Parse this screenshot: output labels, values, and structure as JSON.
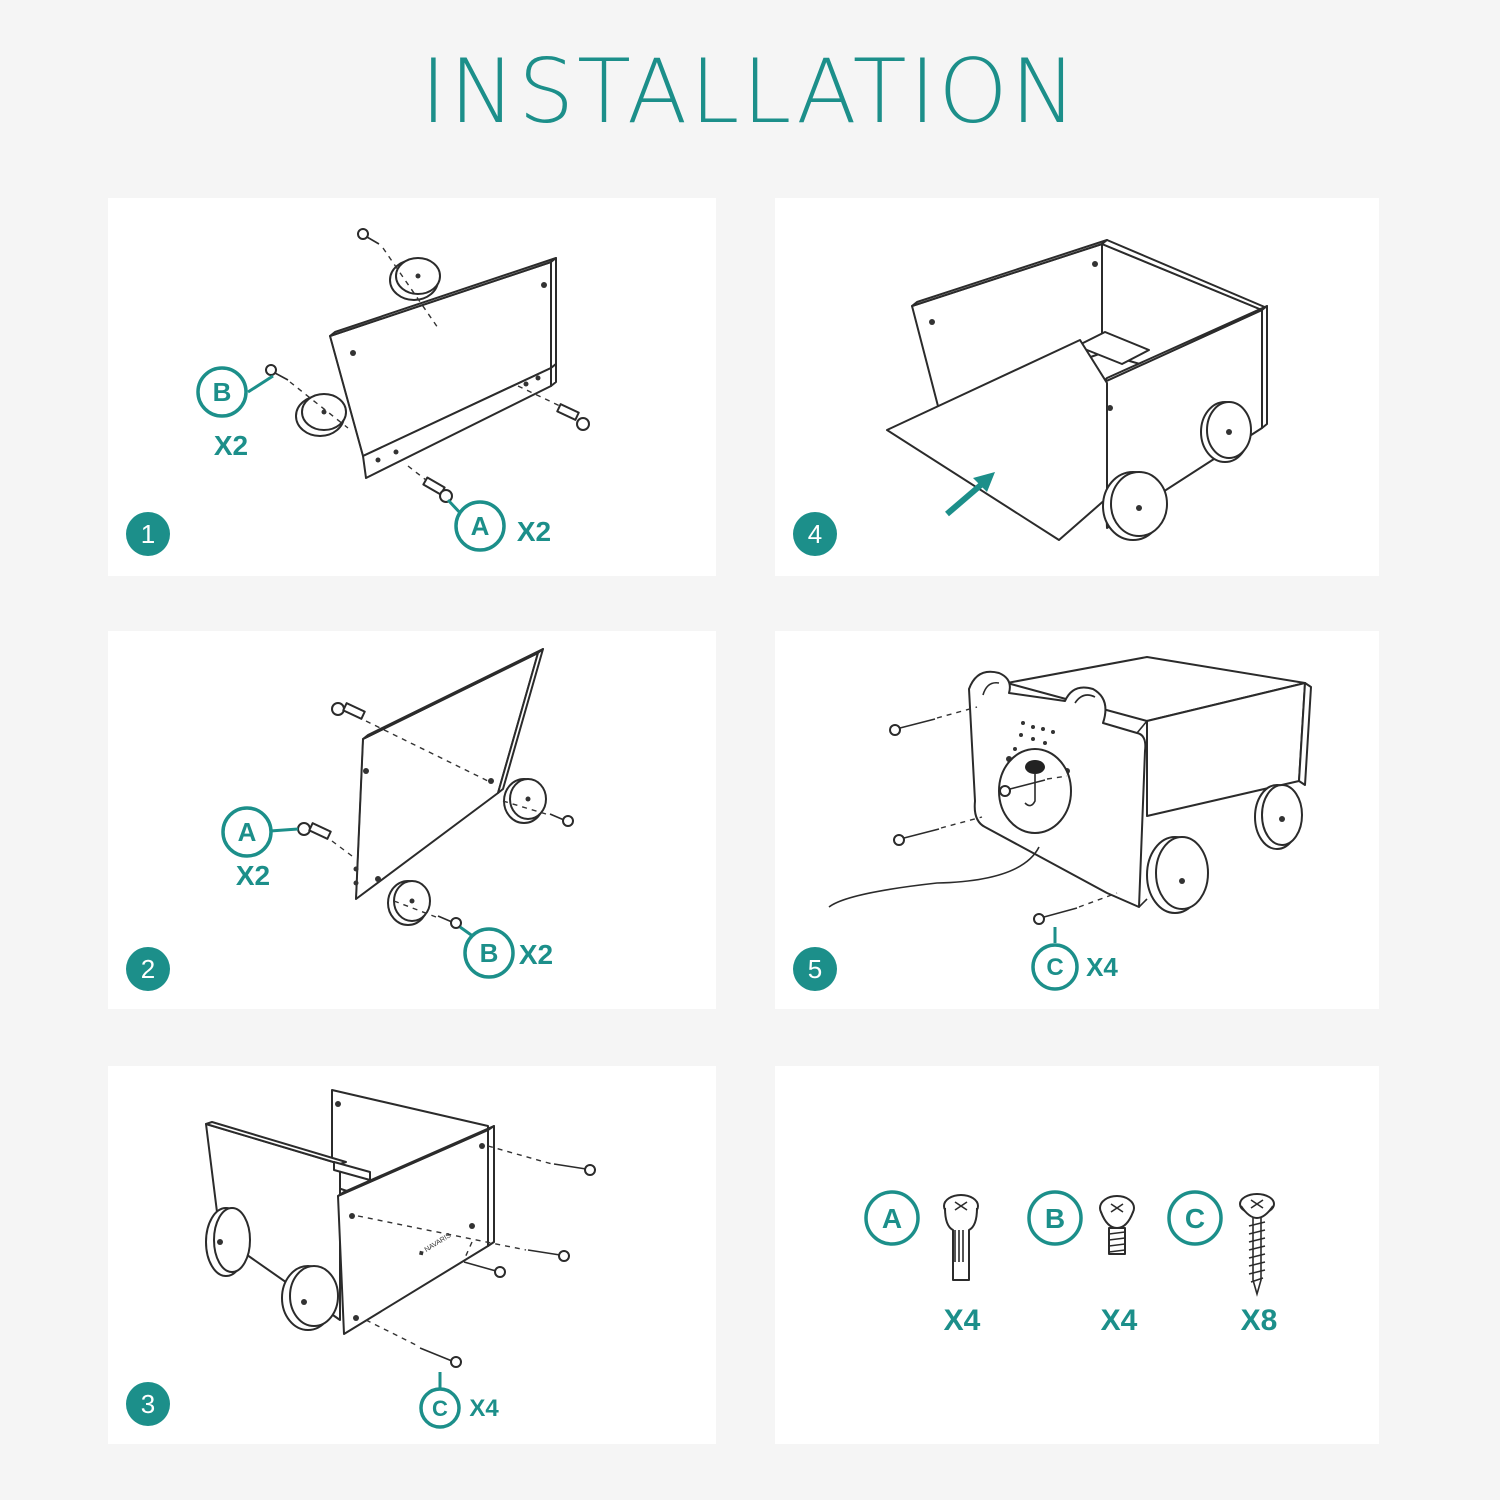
{
  "title": "INSTALLATION",
  "colors": {
    "accent": "#1c8f8a",
    "background": "#f5f5f5",
    "panel": "#ffffff",
    "line": "#2b2b2b"
  },
  "steps": [
    {
      "number": "1",
      "labels": [
        {
          "letter": "B",
          "qty": "X2"
        },
        {
          "letter": "A",
          "qty": "X2"
        }
      ]
    },
    {
      "number": "2",
      "labels": [
        {
          "letter": "A",
          "qty": "X2"
        },
        {
          "letter": "B",
          "qty": "X2"
        }
      ]
    },
    {
      "number": "3",
      "labels": [
        {
          "letter": "C",
          "qty": "X4"
        }
      ]
    },
    {
      "number": "4",
      "labels": []
    },
    {
      "number": "5",
      "labels": [
        {
          "letter": "C",
          "qty": "X4"
        }
      ]
    }
  ],
  "parts": [
    {
      "letter": "A",
      "qty": "X4",
      "icon": "peg-screw-icon"
    },
    {
      "letter": "B",
      "qty": "X4",
      "icon": "short-screw-icon"
    },
    {
      "letter": "C",
      "qty": "X8",
      "icon": "wood-screw-icon"
    }
  ]
}
